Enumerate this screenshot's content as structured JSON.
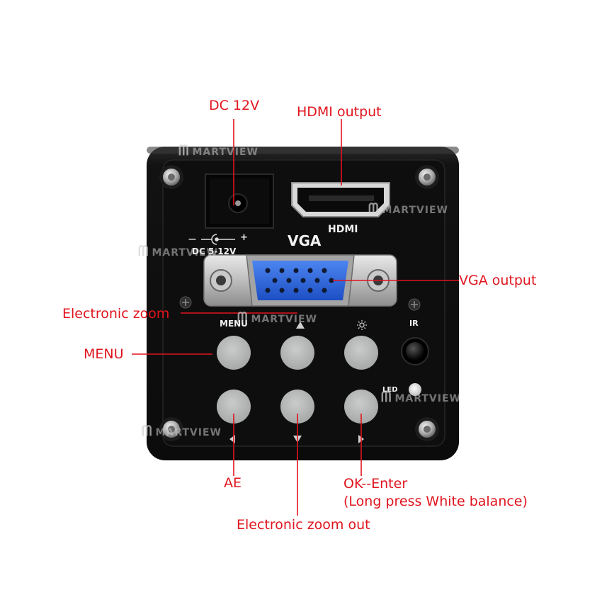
{
  "callouts": {
    "dc_power": "DC 12V",
    "hdmi": "HDMI output",
    "vga": "VGA output",
    "zoom_in": "Electronic zoom",
    "menu": "MENU",
    "ae": "AE",
    "zoom_out": "Electronic zoom out",
    "ok_line1": "OK--Enter",
    "ok_line2": "(Long press White balance)"
  },
  "panel_labels": {
    "hdmi": "HDMI",
    "vga": "VGA",
    "dc_rating": "DC 5-12V",
    "plus": "+",
    "minus": "—",
    "menu": "MENU",
    "ir": "IR",
    "led": "LED"
  },
  "watermark": "MARTVIEW",
  "colors": {
    "callout": "#e0141e",
    "body": "#111111",
    "vga_port": "#2a5fd6",
    "buttons": "#b7bab8"
  },
  "icons": [
    "screw-icon",
    "up-arrow-icon",
    "down-arrow-icon",
    "left-arrow-icon",
    "right-arrow-icon",
    "sun-icon",
    "m-logo-icon"
  ]
}
